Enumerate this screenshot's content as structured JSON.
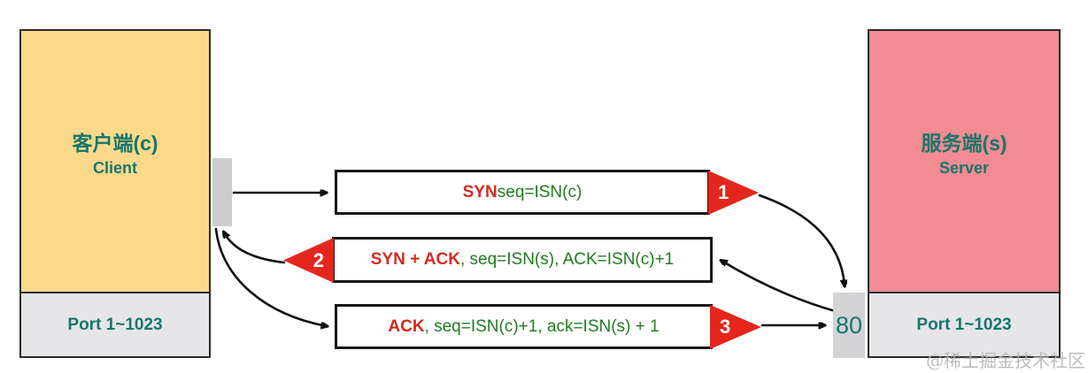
{
  "client": {
    "title": "客户端(c)",
    "subtitle": "Client",
    "port_label": "Port 1~1023"
  },
  "server": {
    "title": "服务端(s)",
    "subtitle": "Server",
    "port_label": "Port 1~1023",
    "port_number": "80"
  },
  "messages": [
    {
      "step": "1",
      "flag": "SYN",
      "detail": " seq=ISN(c)"
    },
    {
      "step": "2",
      "flag": "SYN + ACK",
      "detail": " , seq=ISN(s),  ACK=ISN(c)+1"
    },
    {
      "step": "3",
      "flag": "ACK",
      "detail": ", seq=ISN(c)+1, ack=ISN(s) + 1"
    }
  ],
  "watermark": "@稀土掘金技术社区",
  "colors": {
    "client_fill": "#FBD98B",
    "server_fill": "#F28B93",
    "port_strip_fill": "#E6E6E8",
    "port_tab_fill": "#CDCDCD",
    "triangle_red": "#E5261D",
    "flag_red": "#D32B20",
    "detail_green": "#1E7C1F",
    "teal_text": "#16766A",
    "border_dark": "#2a2a2a"
  }
}
